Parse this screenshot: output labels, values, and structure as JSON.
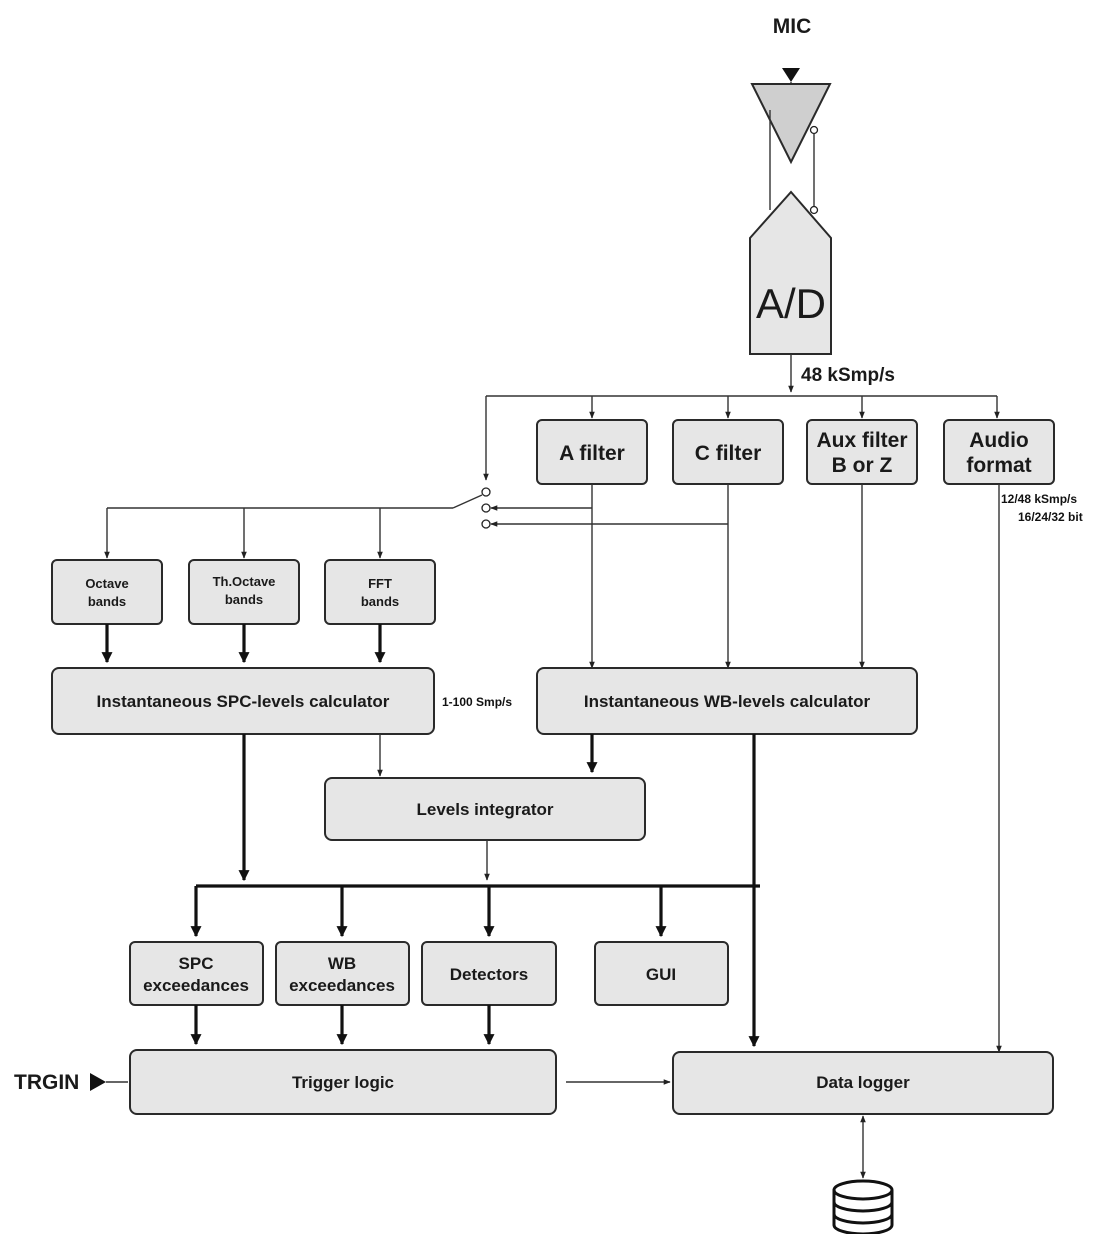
{
  "diagram": {
    "input_label": "MIC",
    "adc_label": "A/D",
    "sample_rate": "48 kSmp/s",
    "filters": {
      "a_filter": "A filter",
      "c_filter": "C filter",
      "aux_filter_line1": "Aux filter",
      "aux_filter_line2": "B or Z",
      "audio_line1": "Audio",
      "audio_line2": "format"
    },
    "audio_note_line1": "12/48 kSmp/s",
    "audio_note_line2": "16/24/32 bit",
    "bands": {
      "octave_line1": "Octave",
      "octave_line2": "bands",
      "third_line1": "Th.Octave",
      "third_line2": "bands",
      "fft_line1": "FFT",
      "fft_line2": "bands"
    },
    "spc_calculator": "Instantaneous SPC-levels calculator",
    "rate_note": "1-100 Smp/s",
    "wb_calculator": "Instantaneous WB-levels calculator",
    "integrator": "Levels integrator",
    "spc_exceed_line1": "SPC",
    "spc_exceed_line2": "exceedances",
    "wb_exceed_line1": "WB",
    "wb_exceed_line2": "exceedances",
    "detectors": "Detectors",
    "gui": "GUI",
    "trigger_in": "TRGIN",
    "trigger_logic": "Trigger logic",
    "data_logger": "Data logger",
    "storage_icon": "database-icon"
  }
}
